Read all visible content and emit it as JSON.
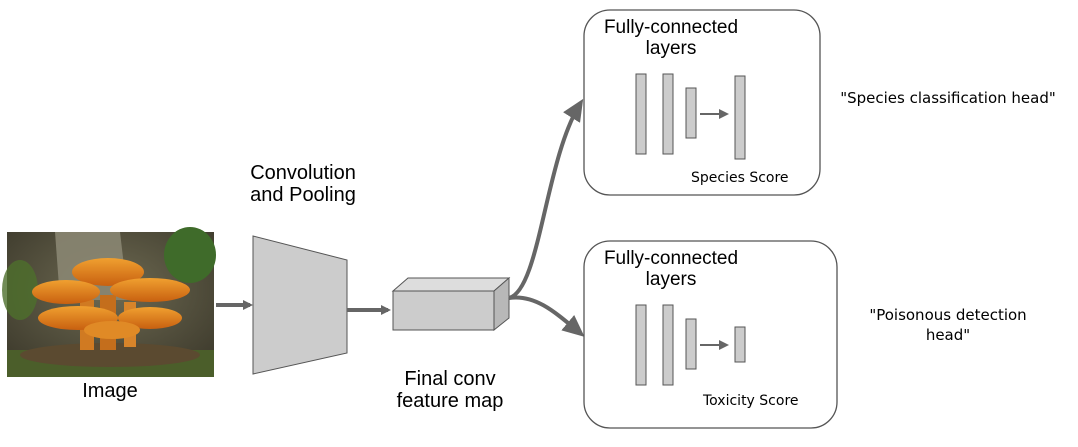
{
  "input": {
    "label": "Image"
  },
  "backbone": {
    "label_line1": "Convolution",
    "label_line2": "and Pooling"
  },
  "feature_map": {
    "label_line1": "Final conv",
    "label_line2": "feature map"
  },
  "heads": [
    {
      "title_line1": "Fully-connected",
      "title_line2": "layers",
      "score_label": "Species Score",
      "annotation": "\"Species classification head\""
    },
    {
      "title_line1": "Fully-connected",
      "title_line2": "layers",
      "score_label": "Toxicity Score",
      "annotation_line1": "\"Poisonous detection",
      "annotation_line2": "head\""
    }
  ],
  "colors": {
    "arrow": "#666666",
    "block_fill": "#cccccc",
    "block_stroke": "#555555",
    "box_stroke": "#555555"
  }
}
